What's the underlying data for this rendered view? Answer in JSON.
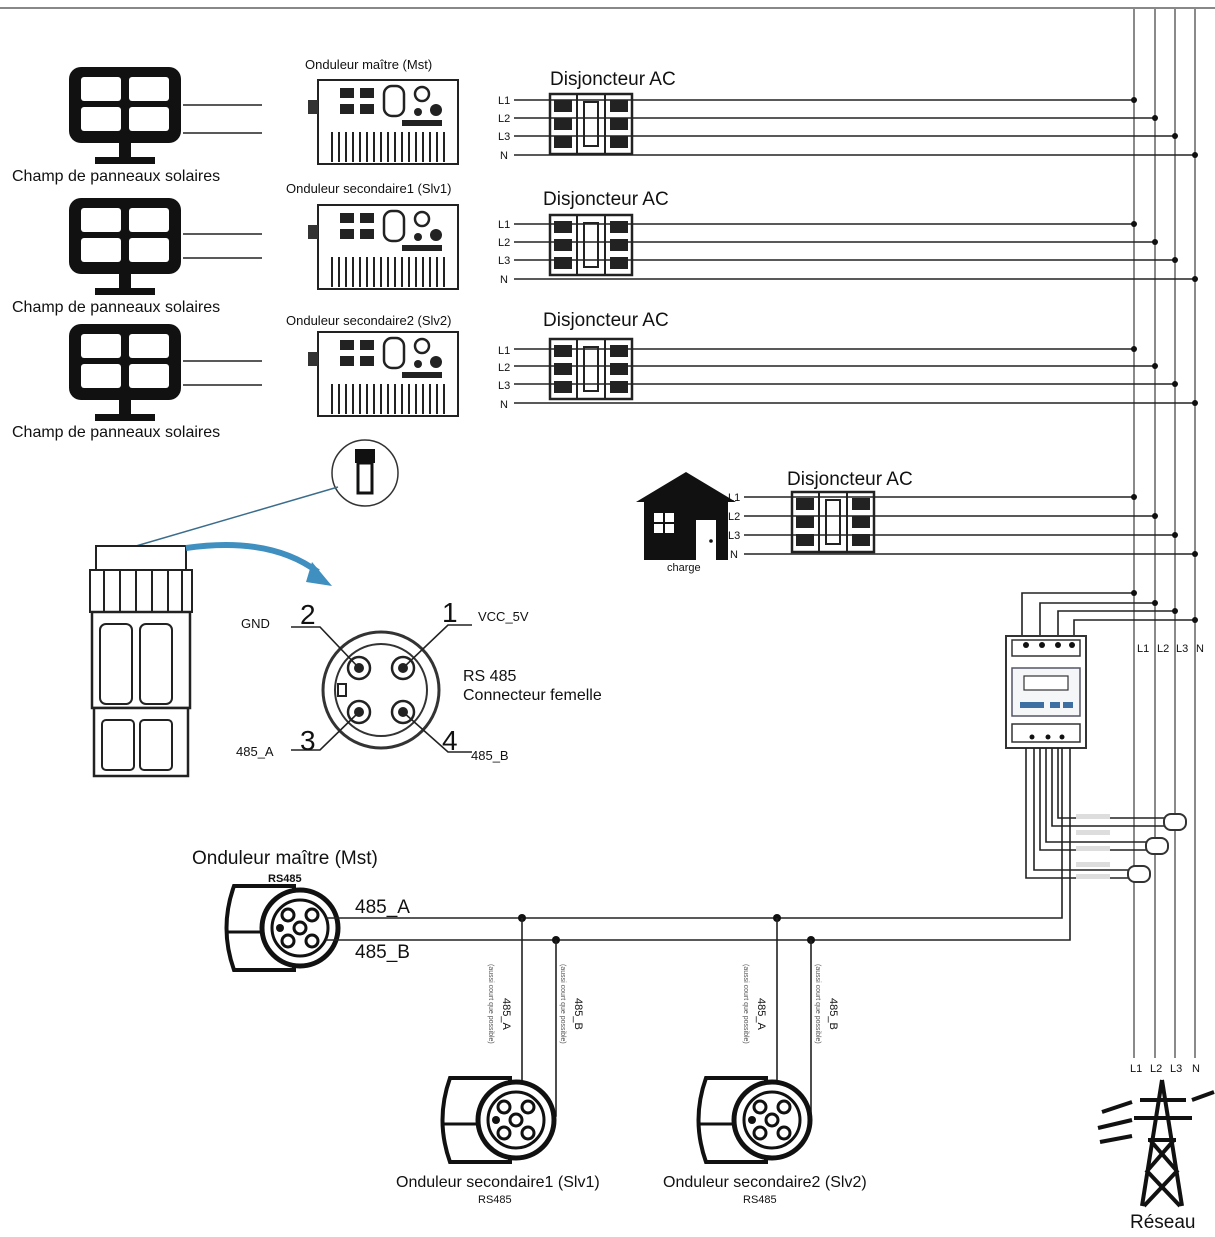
{
  "inverters": [
    {
      "label": "Onduleur maître (Mst)"
    },
    {
      "label": "Onduleur secondaire1 (Slv1)"
    },
    {
      "label": "Onduleur  secondaire2 (Slv2)"
    }
  ],
  "solar_label": "Champ de panneaux solaires",
  "breaker_label": "Disjoncteur AC",
  "phase_labels": [
    "L1",
    "L2",
    "L3",
    "N"
  ],
  "load_label": "charge",
  "connector": {
    "pins": [
      "1",
      "2",
      "3",
      "4"
    ],
    "pin_labels": {
      "gnd": "GND",
      "vcc": "VCC_5V",
      "a": "485_A",
      "b": "485_B"
    },
    "title_line1": "RS 485",
    "title_line2": "Connecteur femelle"
  },
  "meter_phase_labels": [
    "L1",
    "L2",
    "L3",
    "N"
  ],
  "bus": {
    "master_label": "Onduleur maître (Mst)",
    "rs485": "RS485",
    "line_a": "485_A",
    "line_b": "485_B",
    "slave1_label": "Onduleur secondaire1 (Slv1)",
    "slave2_label": "Onduleur  secondaire2 (Slv2)",
    "drop_a": "485_A",
    "drop_b": "485_B",
    "drop_note": "(aussi court que possible)"
  },
  "grid_phase_labels": [
    "L1",
    "L2",
    "L3",
    "N"
  ],
  "grid_label": "Réseau"
}
